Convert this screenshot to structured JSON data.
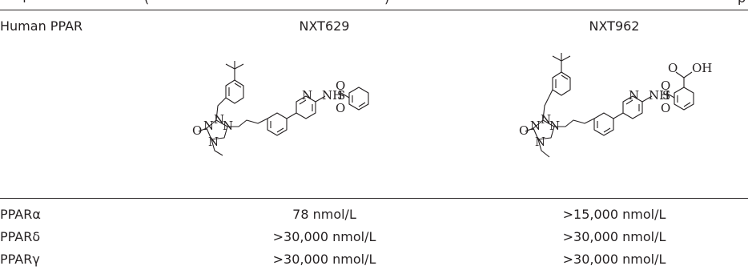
{
  "table": {
    "clipped_caption": {
      "left": "f",
      "middle": "(",
      "right": ")",
      "end": "p"
    },
    "header": {
      "col1": "Human PPAR",
      "col2": "NXT629",
      "col3": "NXT962"
    },
    "structures": {
      "nxt629": {
        "atom_labels": {
          "n_top": "N",
          "n_ring": "N",
          "n_left": "N",
          "o_carbonyl": "O",
          "n_bottom": "N",
          "n_pyridine": "N",
          "nh_sulfonamide": "NH",
          "s": "S",
          "o_s_top": "O",
          "o_s_bottom": "O"
        }
      },
      "nxt962": {
        "atom_labels": {
          "n_top": "N",
          "n_ring": "N",
          "n_left": "N",
          "o_carbonyl": "O",
          "n_bottom": "N",
          "n_pyridine": "N",
          "nh_sulfonamide": "NH",
          "s": "S",
          "o_s_top": "O",
          "o_s_bottom": "O",
          "acid_o": "O",
          "acid_oh": "OH"
        }
      }
    },
    "rows": [
      {
        "receptor": "PPARα",
        "nxt629": "78 nmol/L",
        "nxt962": ">15,000 nmol/L"
      },
      {
        "receptor": "PPARδ",
        "nxt629": ">30,000 nmol/L",
        "nxt962": ">30,000 nmol/L"
      },
      {
        "receptor": "PPARγ",
        "nxt629": ">30,000 nmol/L",
        "nxt962": ">30,000 nmol/L"
      }
    ]
  }
}
